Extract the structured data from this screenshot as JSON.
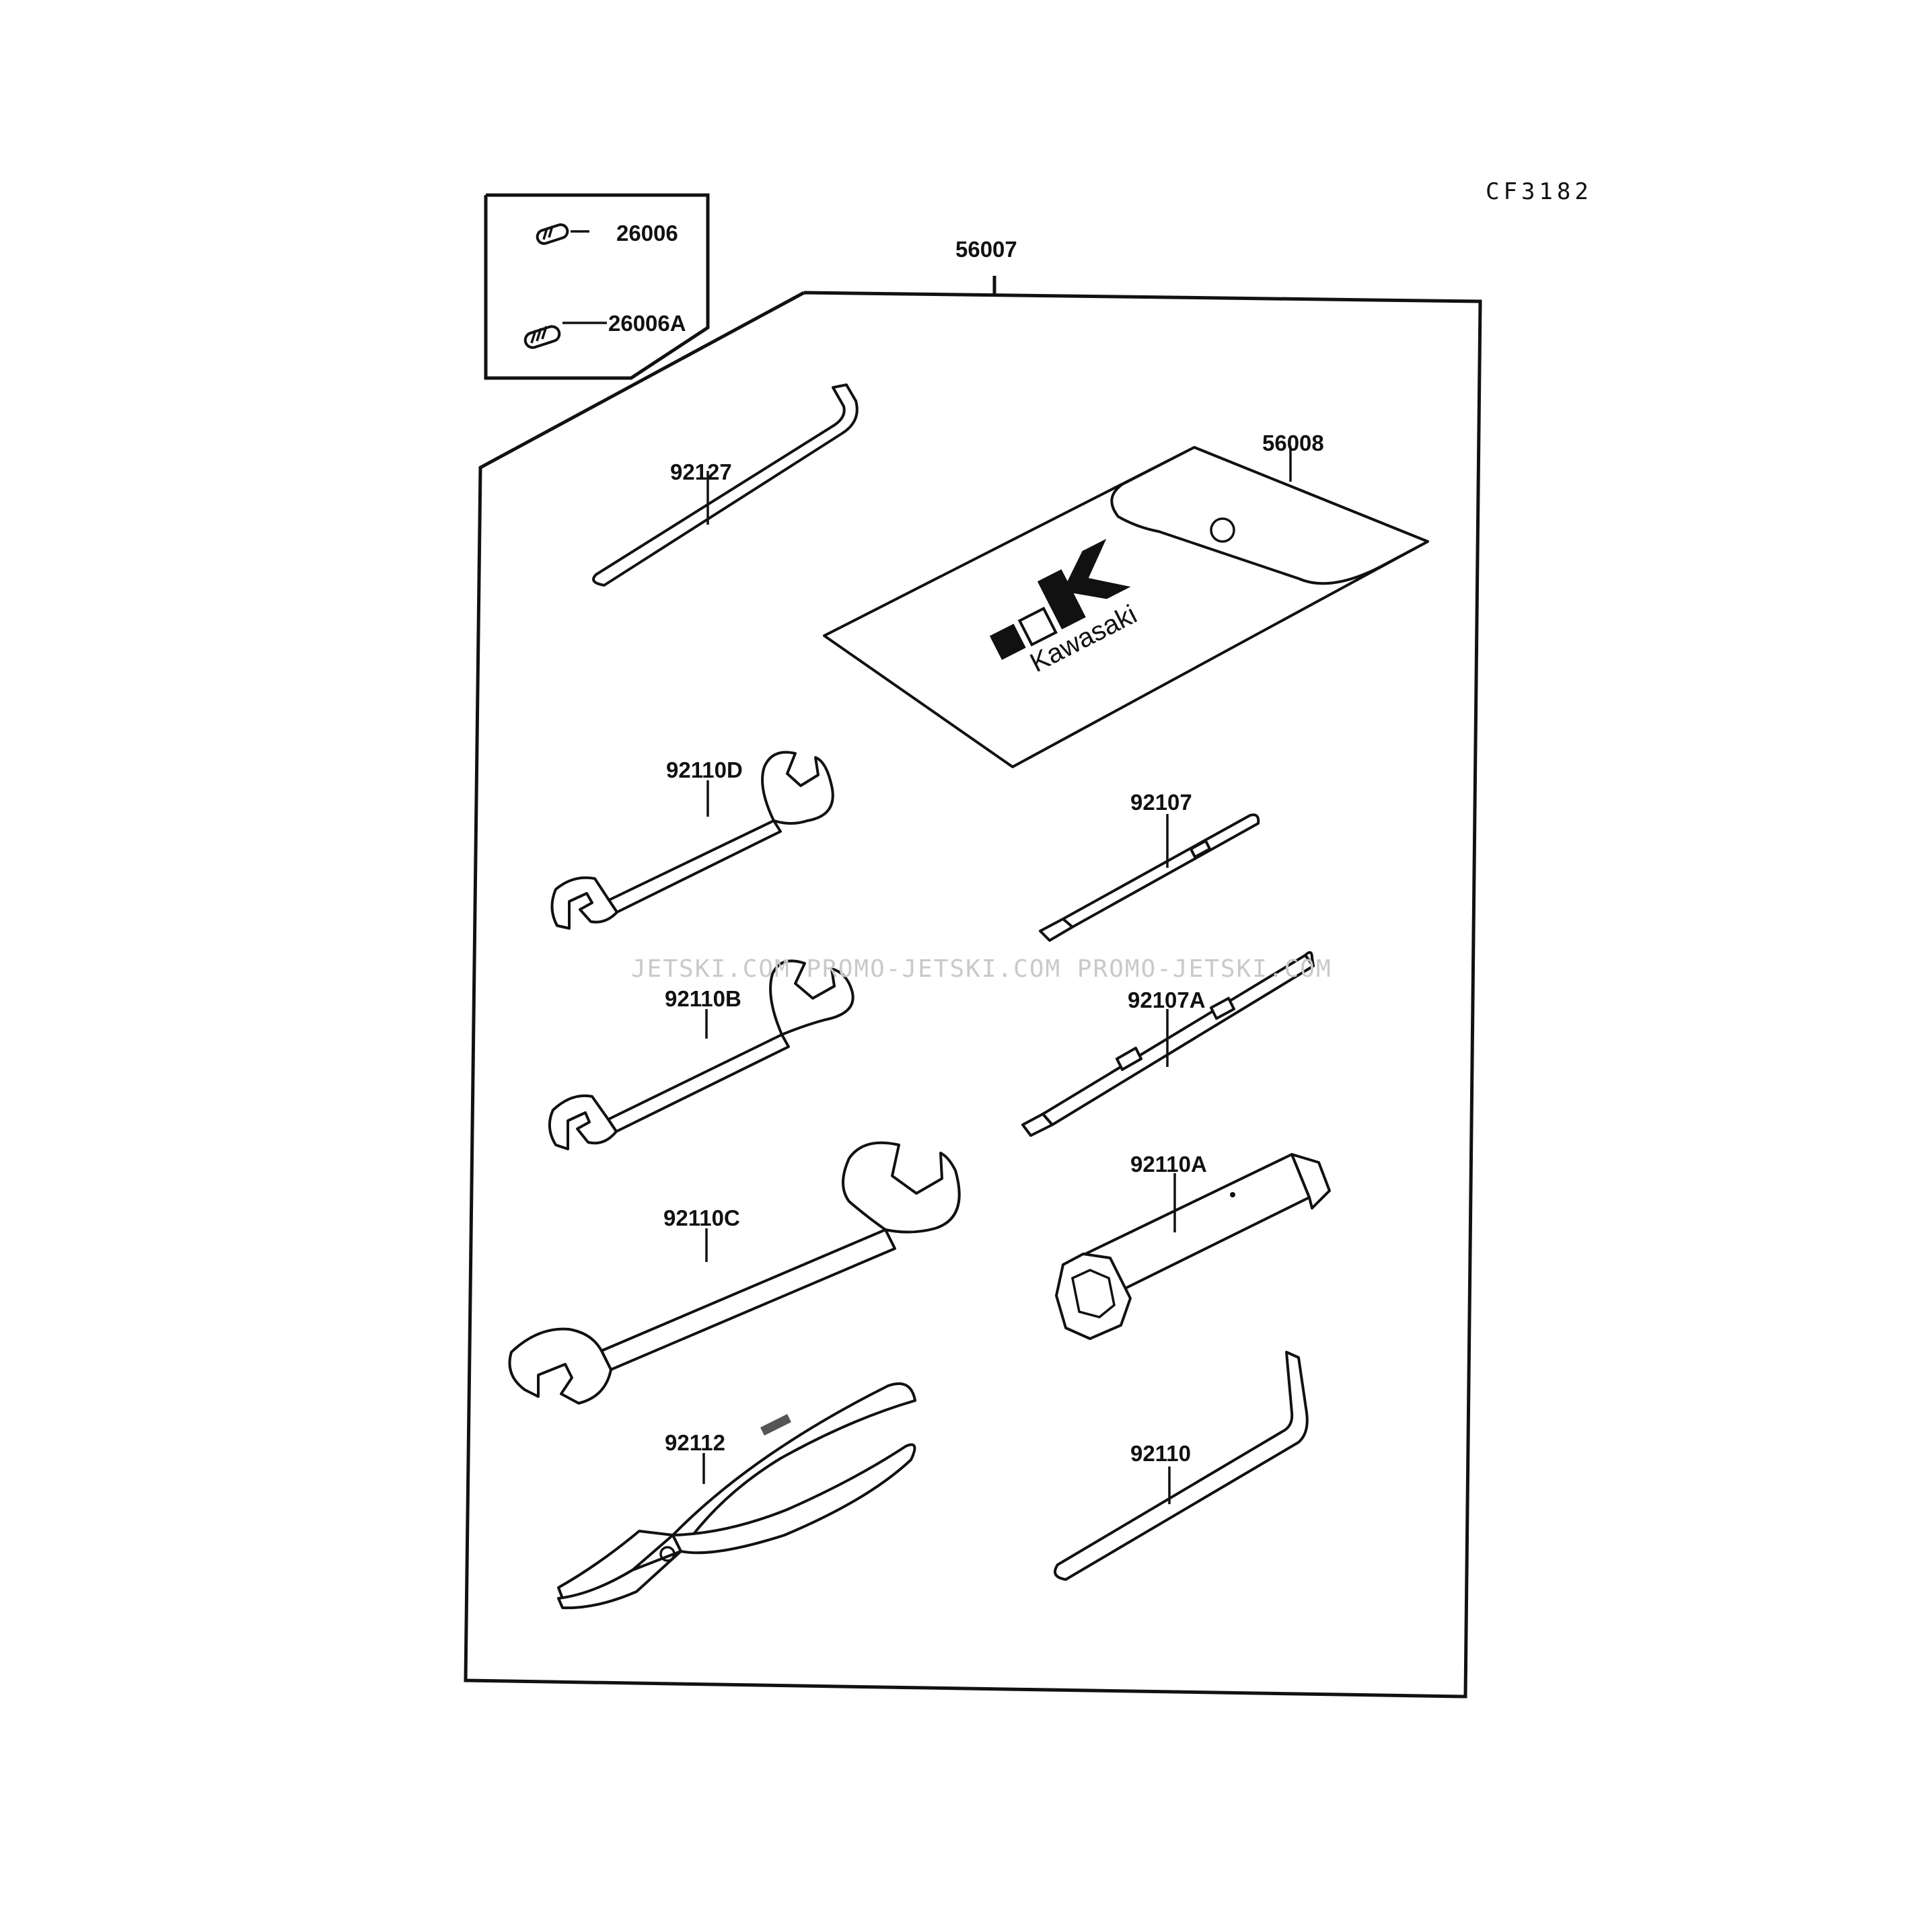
{
  "drawing_code": "CF3182",
  "watermark": "JETSKI.COM   PROMO-JETSKI.COM   PROMO-JETSKI.COM",
  "brand": "Kawasaki",
  "parts": {
    "p26006": "26006",
    "p26006a": "26006A",
    "p56007": "56007",
    "p56008": "56008",
    "p92127": "92127",
    "p92110d": "92110D",
    "p92107": "92107",
    "p92110b": "92110B",
    "p92107a": "92107A",
    "p92110c": "92110C",
    "p92110a": "92110A",
    "p92112": "92112",
    "p92110": "92110"
  }
}
